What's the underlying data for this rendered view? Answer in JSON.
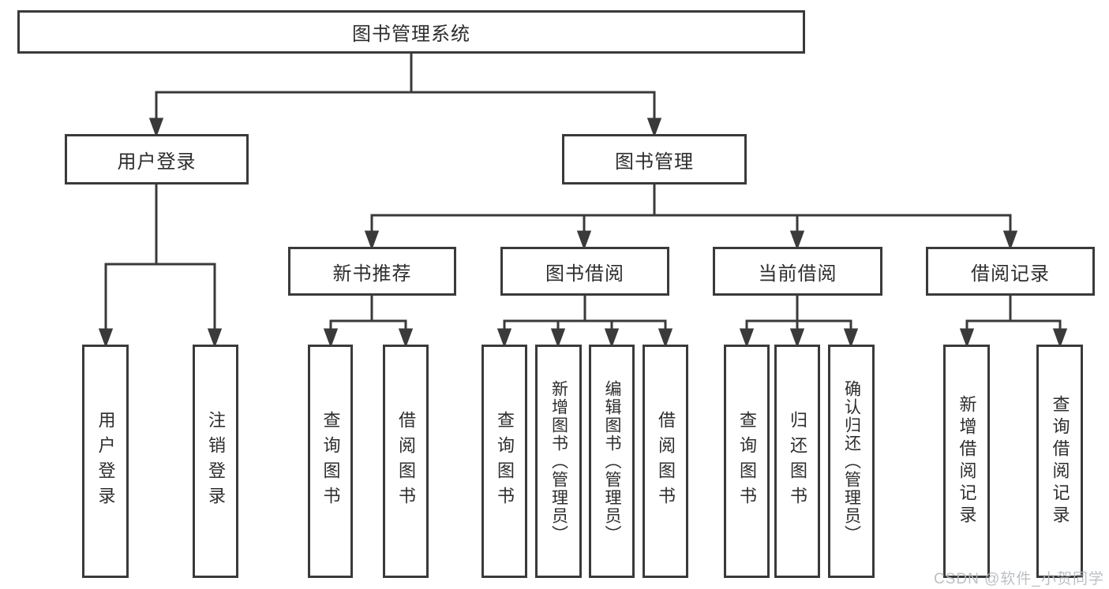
{
  "diagram": {
    "watermark": "CSDN @软件_小贺同学",
    "colors": {
      "line": "#3a3a3a",
      "box_border": "#3a3a3a",
      "text": "#2d2d2d",
      "background": "#ffffff",
      "watermark": "#b7bbbf"
    }
  },
  "nodes": {
    "root": {
      "label": "图书管理系统"
    },
    "user_login": {
      "label": "用户登录"
    },
    "book_mgmt": {
      "label": "图书管理"
    },
    "new_book_rec": {
      "label": "新书推荐"
    },
    "book_borrow": {
      "label": "图书借阅"
    },
    "current_borrow": {
      "label": "当前借阅"
    },
    "borrow_record": {
      "label": "借阅记录"
    },
    "leaf_user_login": {
      "label": "用户登录"
    },
    "leaf_logout": {
      "label": "注销登录"
    },
    "leaf_query_book_rec": {
      "label": "查询图书"
    },
    "leaf_borrow_book_rec": {
      "label": "借阅图书"
    },
    "leaf_query_book_borrow": {
      "label": "查询图书"
    },
    "leaf_add_book": {
      "label": "新增图书（管理员）"
    },
    "leaf_edit_book": {
      "label": "编辑图书（管理员）"
    },
    "leaf_borrow_book_borrow": {
      "label": "借阅图书"
    },
    "leaf_query_book_current": {
      "label": "查询图书"
    },
    "leaf_return_book": {
      "label": "归还图书"
    },
    "leaf_confirm_return": {
      "label": "确认归还（管理员）"
    },
    "leaf_add_record": {
      "label": "新增借阅记录"
    },
    "leaf_query_record": {
      "label": "查询借阅记录"
    }
  }
}
